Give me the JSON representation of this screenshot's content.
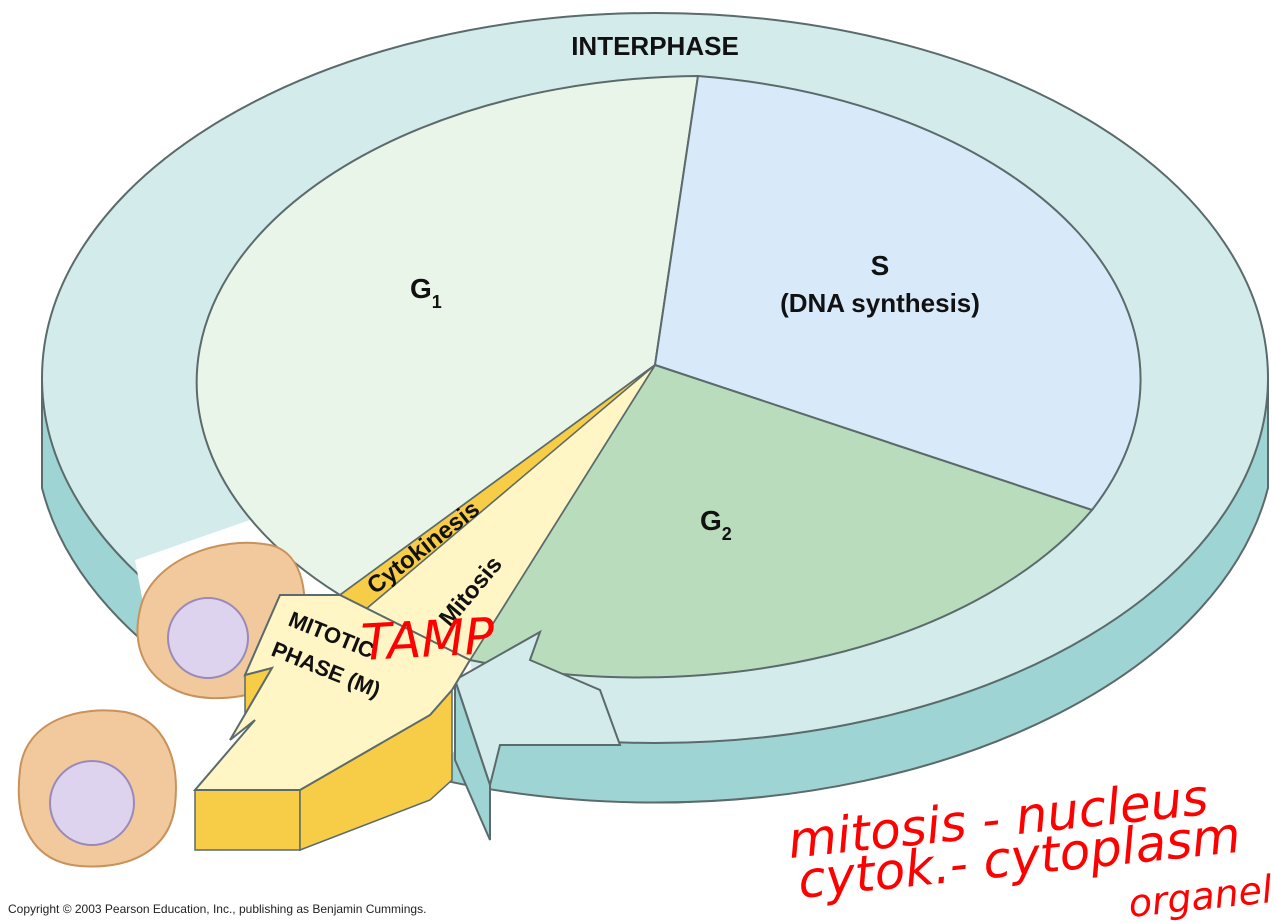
{
  "labels": {
    "interphase": "INTERPHASE",
    "g1": "G",
    "g1_sub": "1",
    "s_title": "S",
    "s_sub": "(DNA synthesis)",
    "g2": "G",
    "g2_sub": "2",
    "cytokinesis": "Cytokinesis",
    "mitosis": "Mitosis",
    "mitotic_line1": "MITOTIC",
    "mitotic_line2": "PHASE (M)"
  },
  "annotations": {
    "tamp": "TAMP",
    "note_line1": "mitosis - nucleus",
    "note_line2": "cytok.- cytoplasm",
    "note_line3": "organell"
  },
  "copyright": "Copyright © 2003 Pearson Education, Inc., publishing as Benjamin Cummings.",
  "colors": {
    "g1": "#eaf5ea",
    "s": "#d8eafa",
    "g2": "#b9dcbd",
    "ring_top": "#d3ebea",
    "ring_side": "#9ed4d3",
    "yellow_dark": "#f7cd47",
    "yellow_light": "#fff5c5",
    "cell": "#f1c99d",
    "nucleus": "#ddd3ee",
    "ink": "#ff0000"
  }
}
